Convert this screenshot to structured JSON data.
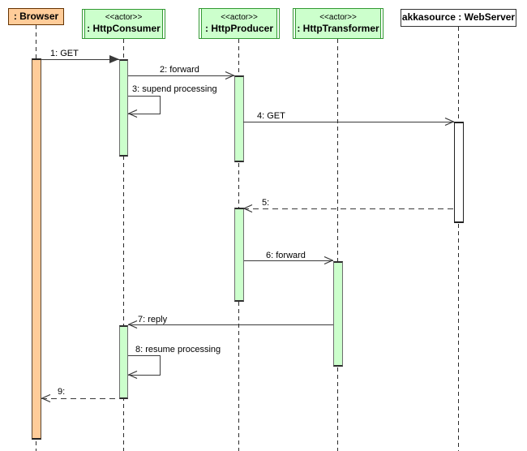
{
  "diagram_type": "uml-sequence",
  "participants": [
    {
      "name": ": Browser",
      "stereotype": "",
      "kind": "object",
      "fill": "#ffcc99",
      "border": "#663300"
    },
    {
      "name": ": HttpConsumer",
      "stereotype": "<<actor>>",
      "kind": "actor",
      "fill": "#ccffcc",
      "border": "#339933"
    },
    {
      "name": ": HttpProducer",
      "stereotype": "<<actor>>",
      "kind": "actor",
      "fill": "#ccffcc",
      "border": "#339933"
    },
    {
      "name": ": HttpTransformer",
      "stereotype": "<<actor>>",
      "kind": "actor",
      "fill": "#ccffcc",
      "border": "#339933"
    },
    {
      "name": "akkasource : WebServer",
      "stereotype": "",
      "kind": "object",
      "fill": "#ffffff",
      "border": "#333333"
    }
  ],
  "messages": [
    {
      "label": "1: GET",
      "from": ": Browser",
      "to": ": HttpConsumer",
      "line": "solid",
      "arrowhead": "filled"
    },
    {
      "label": "2: forward",
      "from": ": HttpConsumer",
      "to": ": HttpProducer",
      "line": "solid",
      "arrowhead": "open"
    },
    {
      "label": "3: supend processing",
      "from": ": HttpConsumer",
      "to": ": HttpConsumer",
      "line": "self",
      "arrowhead": "open"
    },
    {
      "label": "4: GET",
      "from": ": HttpProducer",
      "to": "akkasource : WebServer",
      "line": "solid",
      "arrowhead": "open"
    },
    {
      "label": "5:",
      "from": "akkasource : WebServer",
      "to": ": HttpProducer",
      "line": "dashed",
      "arrowhead": "open"
    },
    {
      "label": "6: forward",
      "from": ": HttpProducer",
      "to": ": HttpTransformer",
      "line": "solid",
      "arrowhead": "open"
    },
    {
      "label": "7: reply",
      "from": ": HttpTransformer",
      "to": ": HttpConsumer",
      "line": "solid",
      "arrowhead": "open"
    },
    {
      "label": "8: resume processing",
      "from": ": HttpConsumer",
      "to": ": HttpConsumer",
      "line": "self",
      "arrowhead": "open"
    },
    {
      "label": "9:",
      "from": ": HttpConsumer",
      "to": ": Browser",
      "line": "dashed",
      "arrowhead": "open"
    }
  ],
  "colors": {
    "actor_fill": "#ccffcc",
    "actor_border": "#339933",
    "browser_fill": "#ffcc99",
    "browser_border": "#663300",
    "server_fill": "#ffffff",
    "message_line": "#3a3a3a",
    "lifeline": "#2b2b2b",
    "background": "#ffffff"
  }
}
